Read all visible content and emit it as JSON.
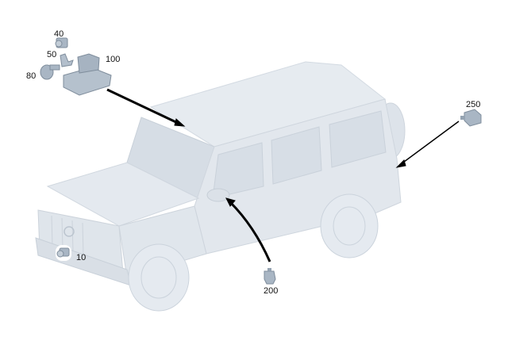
{
  "diagram": {
    "type": "exploded-parts-illustration",
    "subject": "SUV with sensor/camera components",
    "colors": {
      "vehicle_body": "#e3e8ee",
      "vehicle_shade": "#cdd4dc",
      "part_fill": "#a9b6c4",
      "part_dark": "#7f8d9c",
      "leader_line": "#000000",
      "label_text": "#111111",
      "background": "#ffffff"
    },
    "callouts": [
      {
        "id": "40",
        "label": "40"
      },
      {
        "id": "50",
        "label": "50"
      },
      {
        "id": "80",
        "label": "80"
      },
      {
        "id": "100",
        "label": "100"
      },
      {
        "id": "250",
        "label": "250"
      },
      {
        "id": "10",
        "label": "10"
      },
      {
        "id": "200",
        "label": "200"
      }
    ]
  }
}
